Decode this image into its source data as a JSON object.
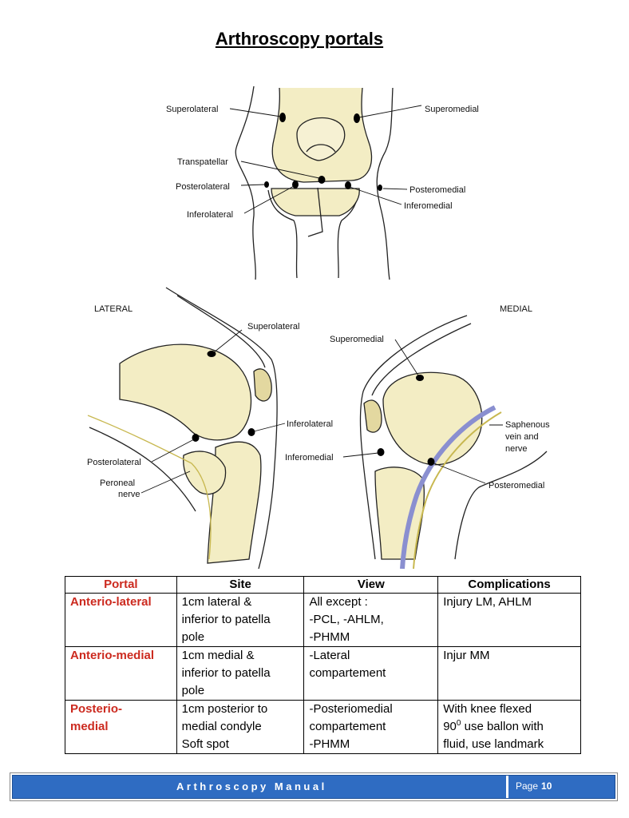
{
  "document": {
    "title": "Arthroscopy portals"
  },
  "figure": {
    "anterior_labels": {
      "superolateral": "Superolateral",
      "superomedial": "Superomedial",
      "transpatellar": "Transpatellar",
      "posterolateral": "Posterolateral",
      "posteromedial": "Posteromedial",
      "inferolateral": "Inferolateral",
      "inferomedial": "Inferomedial"
    },
    "lateral_view": {
      "heading": "LATERAL",
      "superolateral": "Superolateral",
      "inferolateral": "Inferolateral",
      "posterolateral": "Posterolateral",
      "peroneal_nerve_1": "Peroneal",
      "peroneal_nerve_2": "nerve"
    },
    "medial_view": {
      "heading": "MEDIAL",
      "superomedial": "Superomedial",
      "inferomedial": "Inferomedial",
      "saphenous_1": "Saphenous",
      "saphenous_2": "vein and",
      "saphenous_3": "nerve",
      "posteromedial": "Posteromedial"
    }
  },
  "table": {
    "headers": [
      "Portal",
      "Site",
      "View",
      "Complications"
    ],
    "rows": [
      {
        "portal": "Anterio-lateral",
        "site": [
          "1cm lateral &",
          "inferior to patella",
          "pole"
        ],
        "view": [
          "All except :",
          "-PCL, -AHLM,",
          "-PHMM"
        ],
        "complications": [
          "Injury LM, AHLM"
        ]
      },
      {
        "portal": "Anterio-medial",
        "site": [
          "1cm medial &",
          "inferior to patella",
          "pole"
        ],
        "view": [
          "-Lateral",
          "compartement"
        ],
        "complications": [
          "Injur MM"
        ]
      },
      {
        "portal_lines": [
          "Posterio-",
          "medial"
        ],
        "site": [
          "1cm posterior to",
          "medial condyle",
          "Soft spot"
        ],
        "view": [
          "-Posteriomedial",
          "compartement",
          "-PHMM"
        ],
        "complications": {
          "line1_prefix": "With knee flexed",
          "line2_number": "90",
          "line2_superscript": "0",
          "line2_rest": " use ballon with",
          "line3": "fluid, use landmark"
        }
      }
    ]
  },
  "footer": {
    "title": "Arthroscopy Manual",
    "page_label": "Page",
    "page_number": "10"
  },
  "colors": {
    "portal_red": "#cc2a1f",
    "footer_blue": "#2f6cc2",
    "bone_fill": "#f3edc4"
  }
}
